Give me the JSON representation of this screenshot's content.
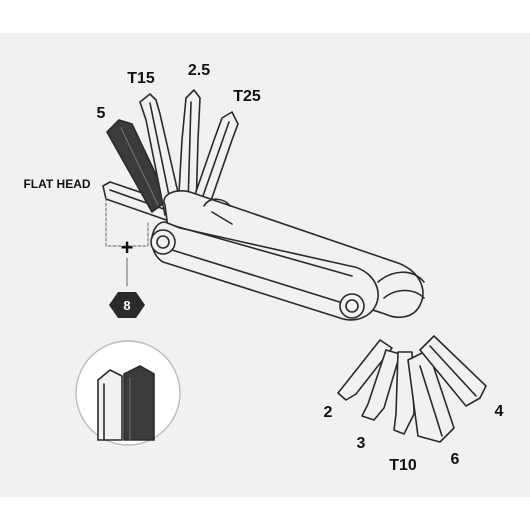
{
  "diagram": {
    "top_labels": {
      "t15": "T15",
      "hex_2_5": "2.5",
      "t25": "T25",
      "hex_5": "5"
    },
    "left_labels": {
      "flat_head": "FLAT HEAD",
      "phillips_symbol": "+",
      "badge_8": "8"
    },
    "bottom_labels": {
      "hex_2": "2",
      "hex_3": "3",
      "t10": "T10",
      "hex_6": "6",
      "hex_4": "4"
    },
    "colors": {
      "background_band": "#f1f1f1",
      "tool_outline": "#2a2a2a",
      "tool_fill": "#f1f1f1",
      "dark_bit": "#3b3b3b",
      "badge_fill": "#2a2a2a"
    }
  }
}
